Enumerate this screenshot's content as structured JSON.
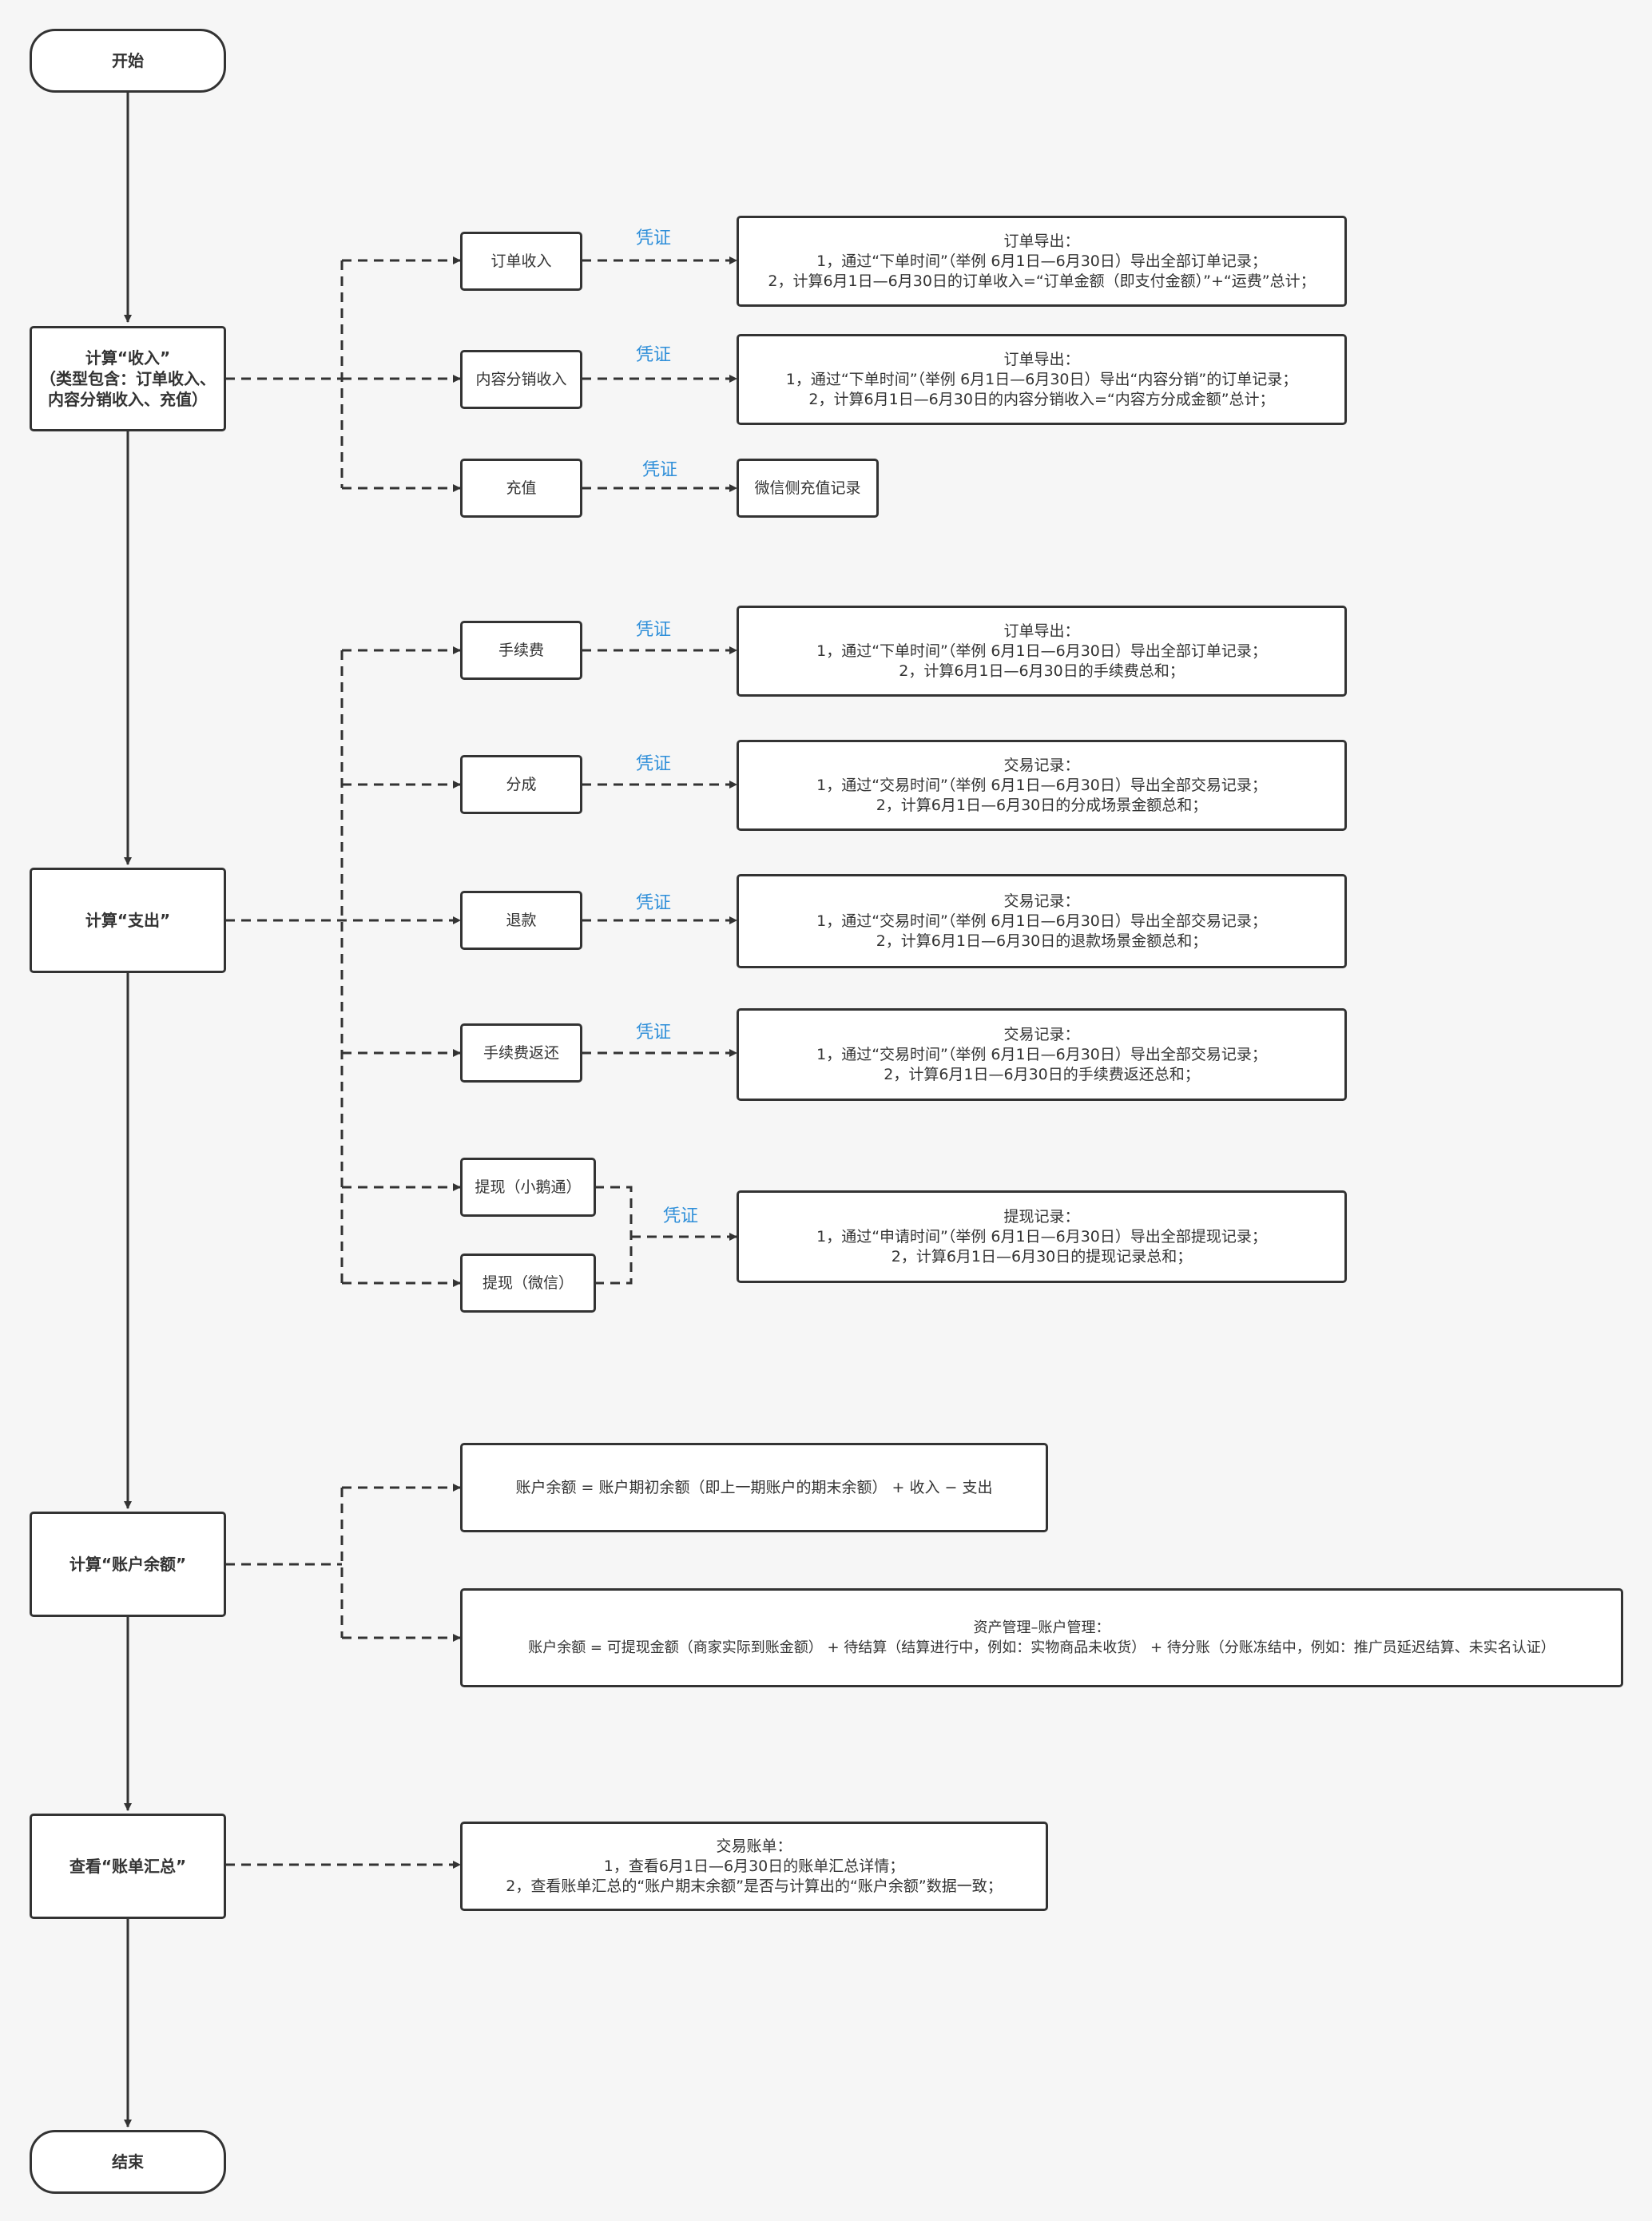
{
  "colors": {
    "line": "#333333",
    "box_border": "#333333",
    "box_fill": "#ffffff",
    "canvas": "#f6f6f6",
    "evidence_label": "#2f8fd9"
  },
  "nodes": {
    "start": {
      "label": "开始"
    },
    "income": {
      "lines": [
        "计算“收入”",
        "（类型包含：订单收入、",
        "内容分销收入、充值）"
      ]
    },
    "expense": {
      "label": "计算“支出”"
    },
    "balance": {
      "label": "计算“账户余额”"
    },
    "summary": {
      "label": "查看“账单汇总”"
    },
    "end": {
      "label": "结束"
    },
    "order_income": {
      "label": "订单收入"
    },
    "content_income": {
      "label": "内容分销收入"
    },
    "recharge": {
      "label": "充值"
    },
    "fee": {
      "label": "手续费"
    },
    "split": {
      "label": "分成"
    },
    "refund": {
      "label": "退款"
    },
    "fee_rebate": {
      "label": "手续费返还"
    },
    "withdraw_xpt": {
      "label": "提现（小鹅通）"
    },
    "withdraw_wx": {
      "label": "提现（微信）"
    }
  },
  "details": {
    "order_income": [
      "订单导出：",
      "1，通过“下单时间”（举例 6月1日—6月30日）导出全部订单记录；",
      "2，计算6月1日—6月30日的订单收入=“订单金额（即支付金额）”+“运费”总计；"
    ],
    "content_income": [
      "订单导出：",
      "1，通过“下单时间”（举例 6月1日—6月30日）导出“内容分销”的订单记录；",
      "2，计算6月1日—6月30日的内容分销收入=“内容方分成金额”总计；"
    ],
    "recharge": [
      "微信侧充值记录"
    ],
    "fee": [
      "订单导出：",
      "1，通过“下单时间”（举例 6月1日—6月30日）导出全部订单记录；",
      "2，计算6月1日—6月30日的手续费总和；"
    ],
    "split": [
      "交易记录：",
      "1，通过“交易时间”（举例 6月1日—6月30日）导出全部交易记录；",
      "2，计算6月1日—6月30日的分成场景金额总和；"
    ],
    "refund": [
      "交易记录：",
      "1，通过“交易时间”（举例 6月1日—6月30日）导出全部交易记录；",
      "2，计算6月1日—6月30日的退款场景金额总和；"
    ],
    "fee_rebate": [
      "交易记录：",
      "1，通过“交易时间”（举例 6月1日—6月30日）导出全部交易记录；",
      "2，计算6月1日—6月30日的手续费返还总和；"
    ],
    "withdraw": [
      "提现记录：",
      "1，通过“申请时间”（举例 6月1日—6月30日）导出全部提现记录；",
      "2，计算6月1日—6月30日的提现记录总和；"
    ],
    "balance_formula": [
      "账户余额 = 账户期初余额（即上一期账户的期末余额） + 收入 − 支出"
    ],
    "balance_asset": [
      "资产管理–账户管理：",
      "账户余额 = 可提现金额（商家实际到账金额） + 待结算（结算进行中，例如：实物商品未收货） + 待分账（分账冻结中，例如：推广员延迟结算、未实名认证）"
    ],
    "summary": [
      "交易账单：",
      "1，查看6月1日—6月30日的账单汇总详情；",
      "2，查看账单汇总的“账户期末余额”是否与计算出的“账户余额”数据一致；"
    ]
  },
  "edge_labels": {
    "evidence": "凭证"
  }
}
